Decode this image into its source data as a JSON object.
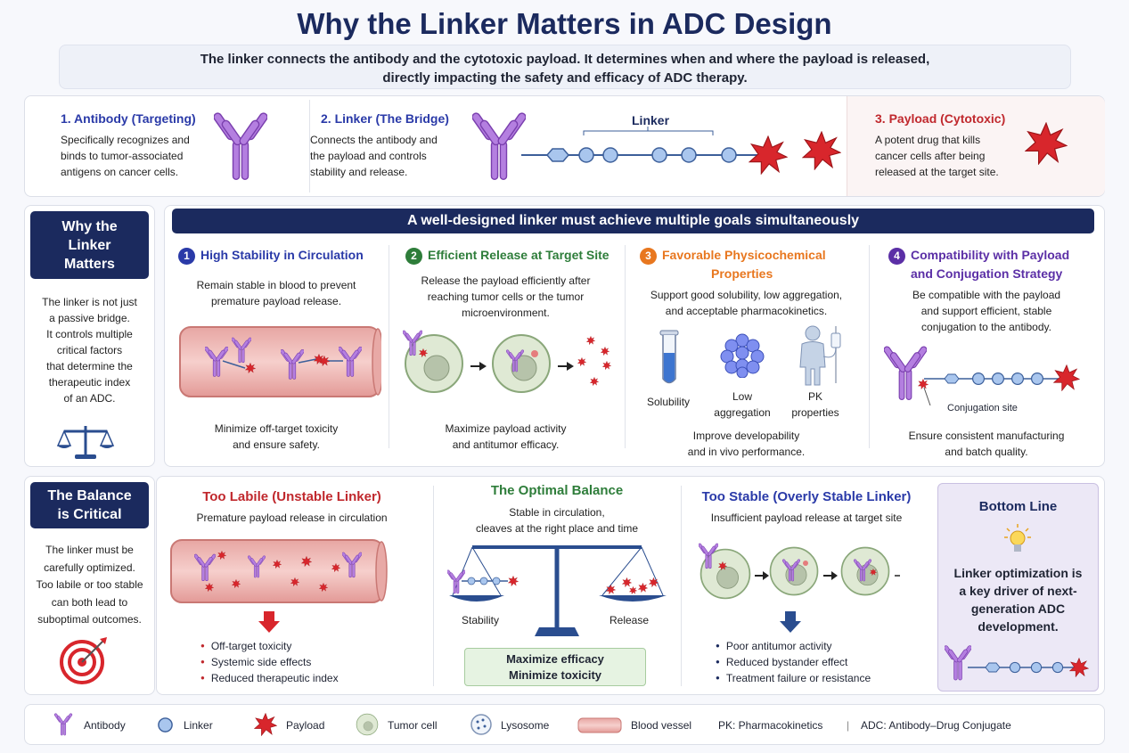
{
  "title": "Why the Linker Matters in ADC Design",
  "subtitle_line1": "The linker connects the antibody and the cytotoxic payload. It determines when and where the payload is released,",
  "subtitle_line2": "directly impacting the safety and efficacy of ADC therapy.",
  "components": {
    "antibody": {
      "heading": "1. Antibody (Targeting)",
      "lines": [
        "Specifically recognizes and",
        "binds to tumor-associated",
        "antigens on cancer cells."
      ]
    },
    "linker": {
      "heading": "2. Linker (The Bridge)",
      "lines": [
        "Connects the antibody and",
        "the payload and controls",
        "stability and release."
      ],
      "diagram_label": "Linker"
    },
    "payload": {
      "heading": "3. Payload (Cytotoxic)",
      "lines": [
        "A potent drug that kills",
        "cancer cells after being",
        "released at the target site."
      ]
    }
  },
  "why": {
    "heading_lines": [
      "Why the",
      "Linker",
      "Matters"
    ],
    "lines": [
      "The linker is not just",
      "a passive bridge.",
      "It controls multiple",
      "critical factors",
      "that determine the",
      "therapeutic index",
      "of an ADC."
    ]
  },
  "banner": "A well-designed linker must achieve multiple goals simultaneously",
  "goals": [
    {
      "num": "1",
      "title_lines": [
        "High Stability in Circulation"
      ],
      "desc": [
        "Remain stable in blood to prevent",
        "premature payload release."
      ],
      "foot": [
        "Minimize off-target toxicity",
        "and ensure safety."
      ]
    },
    {
      "num": "2",
      "title_lines": [
        "Efficient Release at Target Site"
      ],
      "desc": [
        "Release the payload efficiently after",
        "reaching tumor cells or the tumor",
        "microenvironment."
      ],
      "foot": [
        "Maximize payload activity",
        "and antitumor efficacy."
      ]
    },
    {
      "num": "3",
      "title_lines": [
        "Favorable Physicochemical",
        "Properties"
      ],
      "desc": [
        "Support good solubility, low aggregation,",
        "and acceptable pharmacokinetics."
      ],
      "icons": [
        "Solubility",
        "Low",
        "aggregation",
        "PK",
        "properties"
      ],
      "foot": [
        "Improve developability",
        "and in vivo performance."
      ]
    },
    {
      "num": "4",
      "title_lines": [
        "Compatibility with Payload",
        "and Conjugation Strategy"
      ],
      "desc": [
        "Be compatible with the payload",
        "and support efficient, stable",
        "conjugation to the antibody."
      ],
      "conj_label": "Conjugation site",
      "foot": [
        "Ensure consistent manufacturing",
        "and batch quality."
      ]
    }
  ],
  "balance": {
    "heading_lines": [
      "The Balance",
      "is Critical"
    ],
    "lines": [
      "The linker must be",
      "carefully optimized.",
      "Too labile or too stable",
      "can both lead to",
      "suboptimal outcomes."
    ]
  },
  "labile": {
    "title_a": "Too Labile",
    "title_b": " (Unstable Linker)",
    "sub": "Premature payload release in circulation",
    "bullets": [
      "Off-target toxicity",
      "Systemic side effects",
      "Reduced therapeutic index"
    ]
  },
  "optimal": {
    "title": "The Optimal Balance",
    "lines": [
      "Stable in circulation,",
      "cleaves at the right place and time"
    ],
    "left_label": "Stability",
    "right_label": "Release",
    "box": [
      "Maximize efficacy",
      "Minimize toxicity"
    ]
  },
  "stable": {
    "title_a": "Too Stable",
    "title_b": " (Overly Stable Linker)",
    "sub": "Insufficient payload release at target site",
    "bullets": [
      "Poor antitumor activity",
      "Reduced bystander effect",
      "Treatment failure or resistance"
    ]
  },
  "bottom": {
    "heading": "Bottom Line",
    "lines": [
      "Linker optimization is",
      "a key driver of next-",
      "generation ADC",
      "development."
    ]
  },
  "legend": {
    "items": [
      "Antibody",
      "Linker",
      "Payload",
      "Tumor cell",
      "Lysosome",
      "Blood vessel"
    ],
    "pk": "PK: Pharmacokinetics",
    "sep": "|",
    "adc": "ADC: Antibody–Drug Conjugate"
  },
  "colors": {
    "navy": "#1b2a5e",
    "antibody": "#9b5cc9",
    "linker": "#7fa6dc",
    "payload": "#d8262c",
    "green": "#2e7d3a",
    "orange": "#e8771f",
    "purple": "#5b2fa6",
    "blue": "#2a3aa8"
  }
}
